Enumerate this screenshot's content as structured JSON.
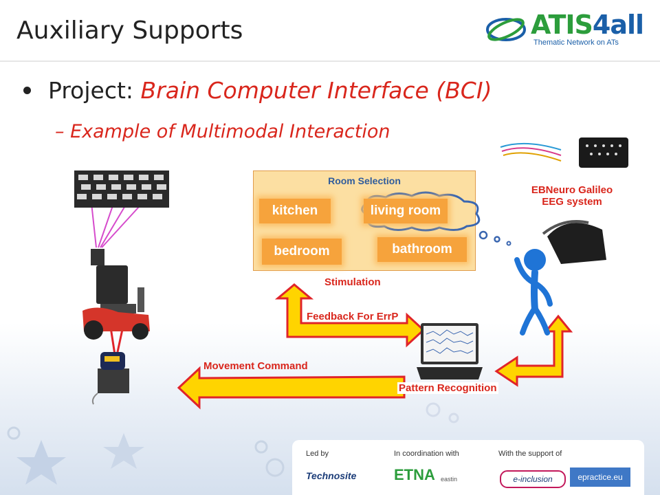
{
  "slide": {
    "title": "Auxiliary Supports",
    "logo": {
      "word_a": "ATIS",
      "word_b": "4all",
      "tagline": "Thematic Network on ATs"
    },
    "bullet": {
      "prefix": "Project: ",
      "emphasis": "Brain Computer Interface (BCI)"
    },
    "sub_bullet": "– Example of Multimodal Interaction"
  },
  "diagram": {
    "room_selection": {
      "title": "Room Selection",
      "rooms": [
        "kitchen",
        "living room",
        "bedroom",
        "bathroom"
      ]
    },
    "labels": {
      "stimulation": "Stimulation",
      "feedback": "Feedback For ErrP",
      "movement": "Movement  Command",
      "pattern": "Pattern Recognition",
      "eeg_line1": "EBNeuro Galileo",
      "eeg_line2": "EEG system"
    },
    "colors": {
      "arrow_fill": "#ffd400",
      "arrow_stroke": "#e0242a",
      "room_button": "#f6a33c",
      "accent_red": "#d9261c"
    }
  },
  "footer": {
    "captions": [
      "Led by",
      "In coordination with",
      "With the support of"
    ],
    "logos": [
      "Technosite",
      "ETNA",
      "eastin",
      "e-inclusion",
      "epractice.eu"
    ]
  }
}
